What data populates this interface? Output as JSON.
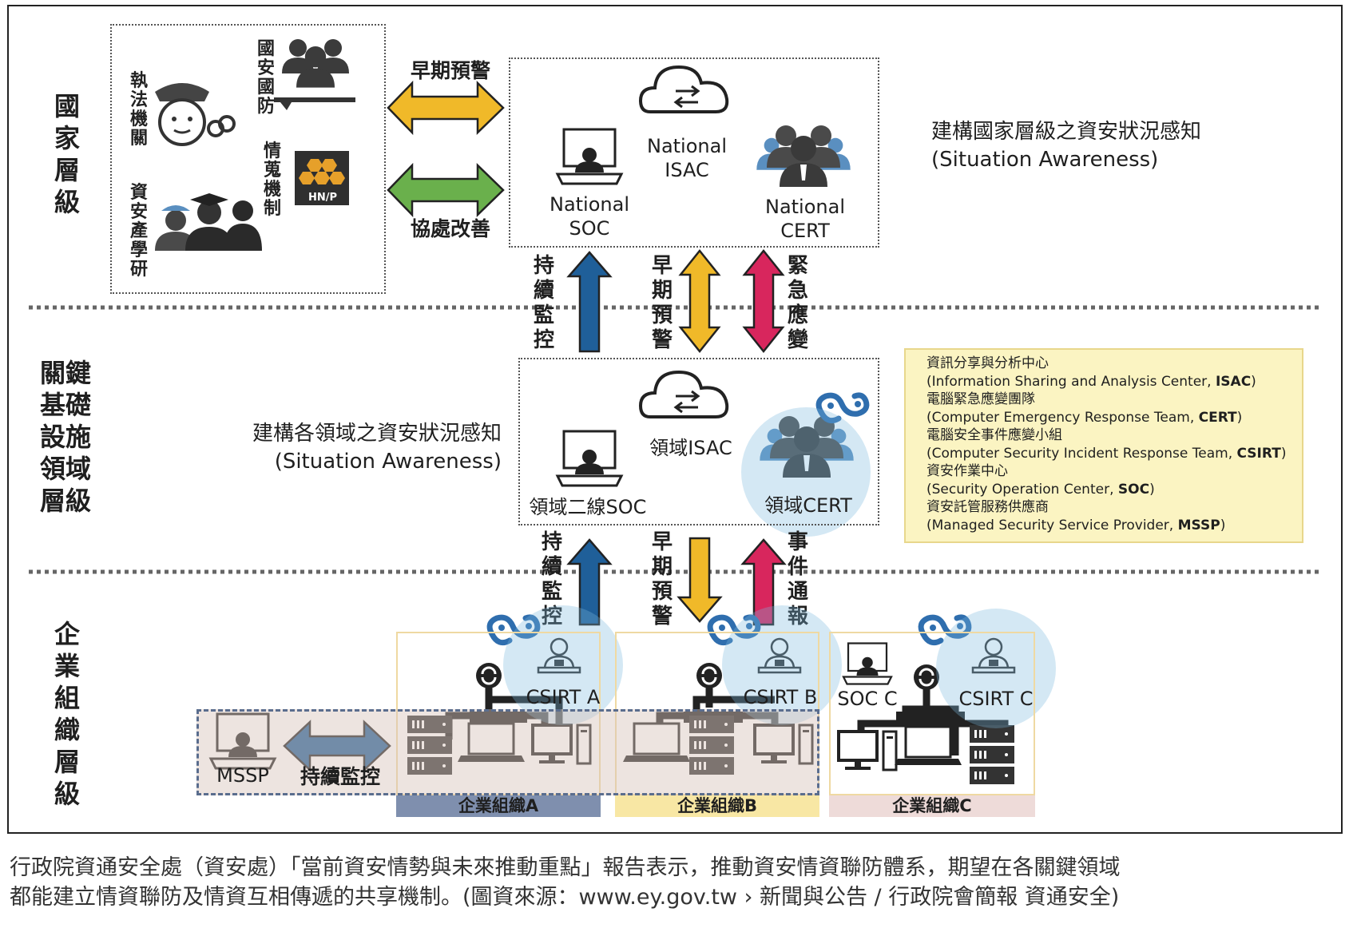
{
  "levels": {
    "national": [
      "國",
      "家",
      "層",
      "級"
    ],
    "critical": [
      "關鍵",
      "基礎",
      "設施",
      "領域",
      "層級"
    ],
    "enterprise": [
      "企",
      "業",
      "組",
      "織",
      "層",
      "級"
    ]
  },
  "national_actors": {
    "law_enforcement": [
      "執",
      "法",
      "機",
      "關"
    ],
    "national_defense": [
      "國",
      "安",
      "國",
      "防"
    ],
    "intel": [
      "情",
      "蒐",
      "機",
      "制"
    ],
    "academia": [
      "資",
      "安",
      "產",
      "學",
      "研"
    ],
    "hnp_label": "HN/P"
  },
  "national_links": {
    "early_warning": "早期預警",
    "coordination": "協處改善"
  },
  "national_center": {
    "soc": [
      "National",
      "SOC"
    ],
    "isac": [
      "National",
      "ISAC"
    ],
    "cert": [
      "National",
      "CERT"
    ]
  },
  "national_awareness": {
    "line1": "建構國家層級之資安狀況感知",
    "line2": "(Situation Awareness)"
  },
  "upper_arrows": {
    "monitor": [
      "持",
      "續",
      "監",
      "控"
    ],
    "warning": [
      "早",
      "期",
      "預",
      "警"
    ],
    "emergency": [
      "緊",
      "急",
      "應",
      "變"
    ]
  },
  "sector_awareness": {
    "line1": "建構各領域之資安狀況感知",
    "line2": "(Situation Awareness)"
  },
  "sector_center": {
    "soc": "領域二線SOC",
    "isac": "領域ISAC",
    "cert": "領域CERT"
  },
  "lower_arrows": {
    "monitor": [
      "持",
      "續",
      "監",
      "控"
    ],
    "warning": [
      "早",
      "期",
      "預",
      "警"
    ],
    "report": [
      "事",
      "件",
      "通",
      "報"
    ]
  },
  "legend": [
    {
      "zh": "資訊分享與分析中心",
      "en": "(Information Sharing and Analysis Center, ",
      "abbr": "ISAC",
      "end": ")"
    },
    {
      "zh": "電腦緊急應變團隊",
      "en": "(Computer Emergency Response Team, ",
      "abbr": "CERT",
      "end": ")"
    },
    {
      "zh": "電腦安全事件應變小組",
      "en": "(Computer Security Incident Response Team, ",
      "abbr": "CSIRT",
      "end": ")"
    },
    {
      "zh": "資安作業中心",
      "en": "(Security Operation Center, ",
      "abbr": "SOC",
      "end": ")"
    },
    {
      "zh": "資安託管服務供應商",
      "en": "(Managed Security Service Provider, ",
      "abbr": "MSSP",
      "end": ")"
    }
  ],
  "enterprise": {
    "csirt_a": "CSIRT A",
    "csirt_b": "CSIRT B",
    "csirt_c": "CSIRT C",
    "soc_c": "SOC C",
    "mssp": "MSSP",
    "mssp_link": "持續監控",
    "org_a": "企業組織A",
    "org_b": "企業組織B",
    "org_c": "企業組織C"
  },
  "caption": {
    "line1": "行政院資通安全處（資安處）「當前資安情勢與未來推動重點」報告表示，推動資安情資聯防體系，期望在各關鍵領域",
    "line2": "都能建立情資聯防及情資互相傳遞的共享機制。(圖資來源：www.ey.gov.tw › 新聞與公告 / 行政院會簡報 資通安全)"
  },
  "colors": {
    "blue_arrow": "#1f5f99",
    "yellow_arrow": "#f0b929",
    "pink_arrow": "#d8265d",
    "green_arrow": "#6ab04c",
    "org_a_bar": "#7f8fae",
    "org_b_bar": "#f8e7a4",
    "org_c_bar": "#eedbd9",
    "mssp_bg": "#ede3de"
  }
}
